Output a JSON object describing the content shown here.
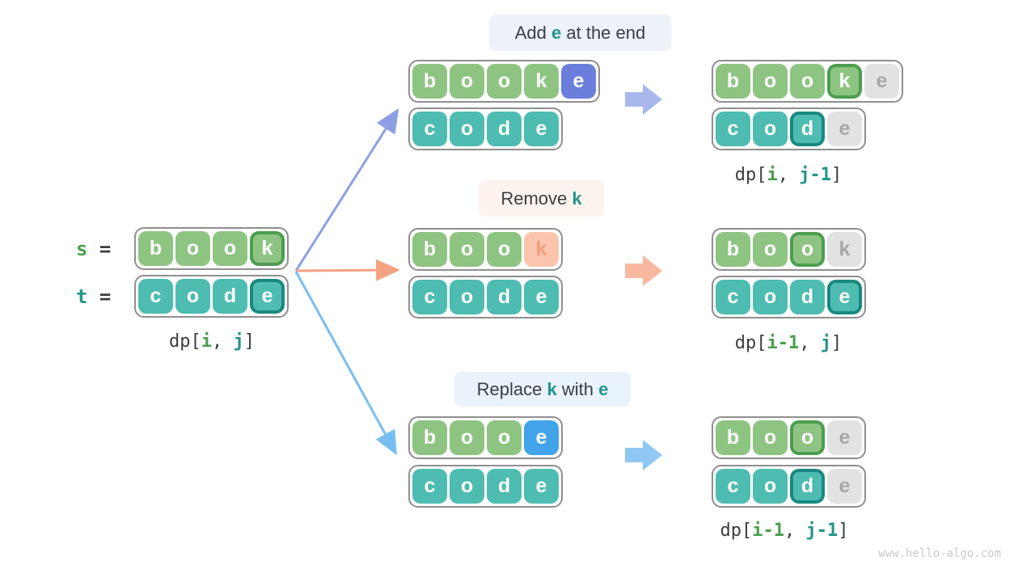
{
  "watermark": "www.hello-algo.com",
  "colors": {
    "green": "#8ec482",
    "green_dark": "#4b9e4f",
    "teal": "#4ebcb1",
    "teal_dark": "#19897f",
    "indigo": "#6b7edc",
    "blue": "#42a3ea",
    "salmon_bg": "#fac5ac",
    "salmon_text": "#ef9e7f",
    "gray_bg": "#e2e2e2",
    "gray_text": "#a7a7a7",
    "container_border": "#8f8f8f",
    "pill_add_bg": "#edf1fa",
    "pill_remove_bg": "#fdf3ee",
    "pill_replace_bg": "#eaf2fc",
    "arrow_add": "#8d9fe4",
    "arrow_remove": "#f5a283",
    "arrow_replace": "#79bef2",
    "block_add": "#a9b8ec",
    "block_remove": "#f8b89f",
    "block_replace": "#8fc8f3"
  },
  "left": {
    "s_label": [
      {
        "t": "s",
        "c": "green"
      },
      {
        "t": " =",
        "c": "dark"
      }
    ],
    "t_label": [
      {
        "t": "t",
        "c": "teal"
      },
      {
        "t": " =",
        "c": "dark"
      }
    ],
    "s_row": [
      {
        "ch": "b",
        "type": "green"
      },
      {
        "ch": "o",
        "type": "green"
      },
      {
        "ch": "o",
        "type": "green"
      },
      {
        "ch": "k",
        "type": "green-hl"
      }
    ],
    "t_row": [
      {
        "ch": "c",
        "type": "teal"
      },
      {
        "ch": "o",
        "type": "teal"
      },
      {
        "ch": "d",
        "type": "teal"
      },
      {
        "ch": "e",
        "type": "teal-hl"
      }
    ],
    "dp": [
      {
        "t": "dp[",
        "c": "dark"
      },
      {
        "t": "i",
        "c": "green"
      },
      {
        "t": ", ",
        "c": "dark"
      },
      {
        "t": "j",
        "c": "teal"
      },
      {
        "t": "]",
        "c": "dark"
      }
    ]
  },
  "branches": {
    "add": {
      "label": [
        {
          "t": "Add ",
          "c": "dark"
        },
        {
          "t": "e",
          "c": "teal"
        },
        {
          "t": " at the end",
          "c": "dark"
        }
      ],
      "before_row1": [
        {
          "ch": "b",
          "type": "green"
        },
        {
          "ch": "o",
          "type": "green"
        },
        {
          "ch": "o",
          "type": "green"
        },
        {
          "ch": "k",
          "type": "green"
        },
        {
          "ch": "e",
          "type": "indigo"
        }
      ],
      "before_row2": [
        {
          "ch": "c",
          "type": "teal"
        },
        {
          "ch": "o",
          "type": "teal"
        },
        {
          "ch": "d",
          "type": "teal"
        },
        {
          "ch": "e",
          "type": "teal"
        }
      ],
      "after_row1": [
        {
          "ch": "b",
          "type": "green"
        },
        {
          "ch": "o",
          "type": "green"
        },
        {
          "ch": "o",
          "type": "green"
        },
        {
          "ch": "k",
          "type": "green-hl"
        },
        {
          "ch": "e",
          "type": "gray"
        }
      ],
      "after_row2": [
        {
          "ch": "c",
          "type": "teal"
        },
        {
          "ch": "o",
          "type": "teal"
        },
        {
          "ch": "d",
          "type": "teal-hl"
        },
        {
          "ch": "e",
          "type": "gray"
        }
      ],
      "dp": [
        {
          "t": "dp[",
          "c": "dark"
        },
        {
          "t": "i",
          "c": "green"
        },
        {
          "t": ", ",
          "c": "dark"
        },
        {
          "t": "j-1",
          "c": "teal"
        },
        {
          "t": "]",
          "c": "dark"
        }
      ]
    },
    "remove": {
      "label": [
        {
          "t": "Remove ",
          "c": "dark"
        },
        {
          "t": "k",
          "c": "teal"
        }
      ],
      "before_row1": [
        {
          "ch": "b",
          "type": "green"
        },
        {
          "ch": "o",
          "type": "green"
        },
        {
          "ch": "o",
          "type": "green"
        },
        {
          "ch": "k",
          "type": "salmon"
        }
      ],
      "before_row2": [
        {
          "ch": "c",
          "type": "teal"
        },
        {
          "ch": "o",
          "type": "teal"
        },
        {
          "ch": "d",
          "type": "teal"
        },
        {
          "ch": "e",
          "type": "teal"
        }
      ],
      "after_row1": [
        {
          "ch": "b",
          "type": "green"
        },
        {
          "ch": "o",
          "type": "green"
        },
        {
          "ch": "o",
          "type": "green-hl"
        },
        {
          "ch": "k",
          "type": "gray"
        }
      ],
      "after_row2": [
        {
          "ch": "c",
          "type": "teal"
        },
        {
          "ch": "o",
          "type": "teal"
        },
        {
          "ch": "d",
          "type": "teal"
        },
        {
          "ch": "e",
          "type": "teal-hl"
        }
      ],
      "dp": [
        {
          "t": "dp[",
          "c": "dark"
        },
        {
          "t": "i-1",
          "c": "green"
        },
        {
          "t": ", ",
          "c": "dark"
        },
        {
          "t": "j",
          "c": "teal"
        },
        {
          "t": "]",
          "c": "dark"
        }
      ]
    },
    "replace": {
      "label": [
        {
          "t": "Replace ",
          "c": "dark"
        },
        {
          "t": "k",
          "c": "teal"
        },
        {
          "t": " with ",
          "c": "dark"
        },
        {
          "t": "e",
          "c": "teal"
        }
      ],
      "before_row1": [
        {
          "ch": "b",
          "type": "green"
        },
        {
          "ch": "o",
          "type": "green"
        },
        {
          "ch": "o",
          "type": "green"
        },
        {
          "ch": "e",
          "type": "blue"
        }
      ],
      "before_row2": [
        {
          "ch": "c",
          "type": "teal"
        },
        {
          "ch": "o",
          "type": "teal"
        },
        {
          "ch": "d",
          "type": "teal"
        },
        {
          "ch": "e",
          "type": "teal"
        }
      ],
      "after_row1": [
        {
          "ch": "b",
          "type": "green"
        },
        {
          "ch": "o",
          "type": "green"
        },
        {
          "ch": "o",
          "type": "green-hl"
        },
        {
          "ch": "e",
          "type": "gray"
        }
      ],
      "after_row2": [
        {
          "ch": "c",
          "type": "teal"
        },
        {
          "ch": "o",
          "type": "teal"
        },
        {
          "ch": "d",
          "type": "teal-hl"
        },
        {
          "ch": "e",
          "type": "gray"
        }
      ],
      "dp": [
        {
          "t": "dp[",
          "c": "dark"
        },
        {
          "t": "i-1",
          "c": "green"
        },
        {
          "t": ", ",
          "c": "dark"
        },
        {
          "t": "j-1",
          "c": "teal"
        },
        {
          "t": "]",
          "c": "dark"
        }
      ]
    }
  }
}
